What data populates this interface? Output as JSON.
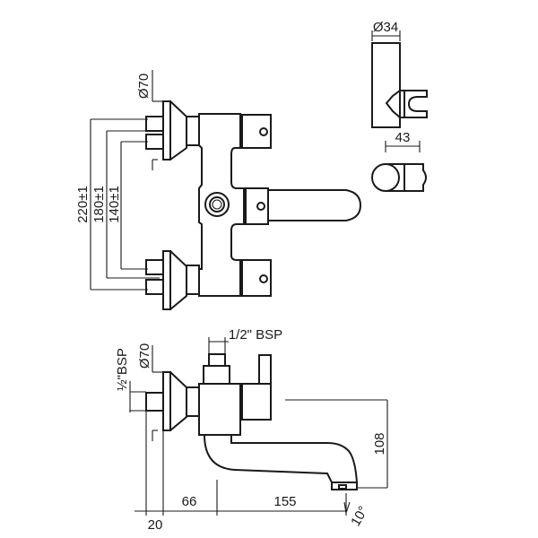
{
  "top_view": {
    "dim_220": "220±1",
    "dim_180": "180±1",
    "dim_140": "140±1",
    "dim_flange": "Ø70"
  },
  "shower_holder": {
    "dim_diameter": "Ø34",
    "dim_width": "43"
  },
  "side_view": {
    "dim_inlet_top": "1/2\" BSP",
    "dim_inlet_side": "½\"BSP",
    "dim_flange": "Ø70",
    "dim_height": "108",
    "dim_20": "20",
    "dim_66": "66",
    "dim_155": "155",
    "dim_angle": "10°"
  }
}
